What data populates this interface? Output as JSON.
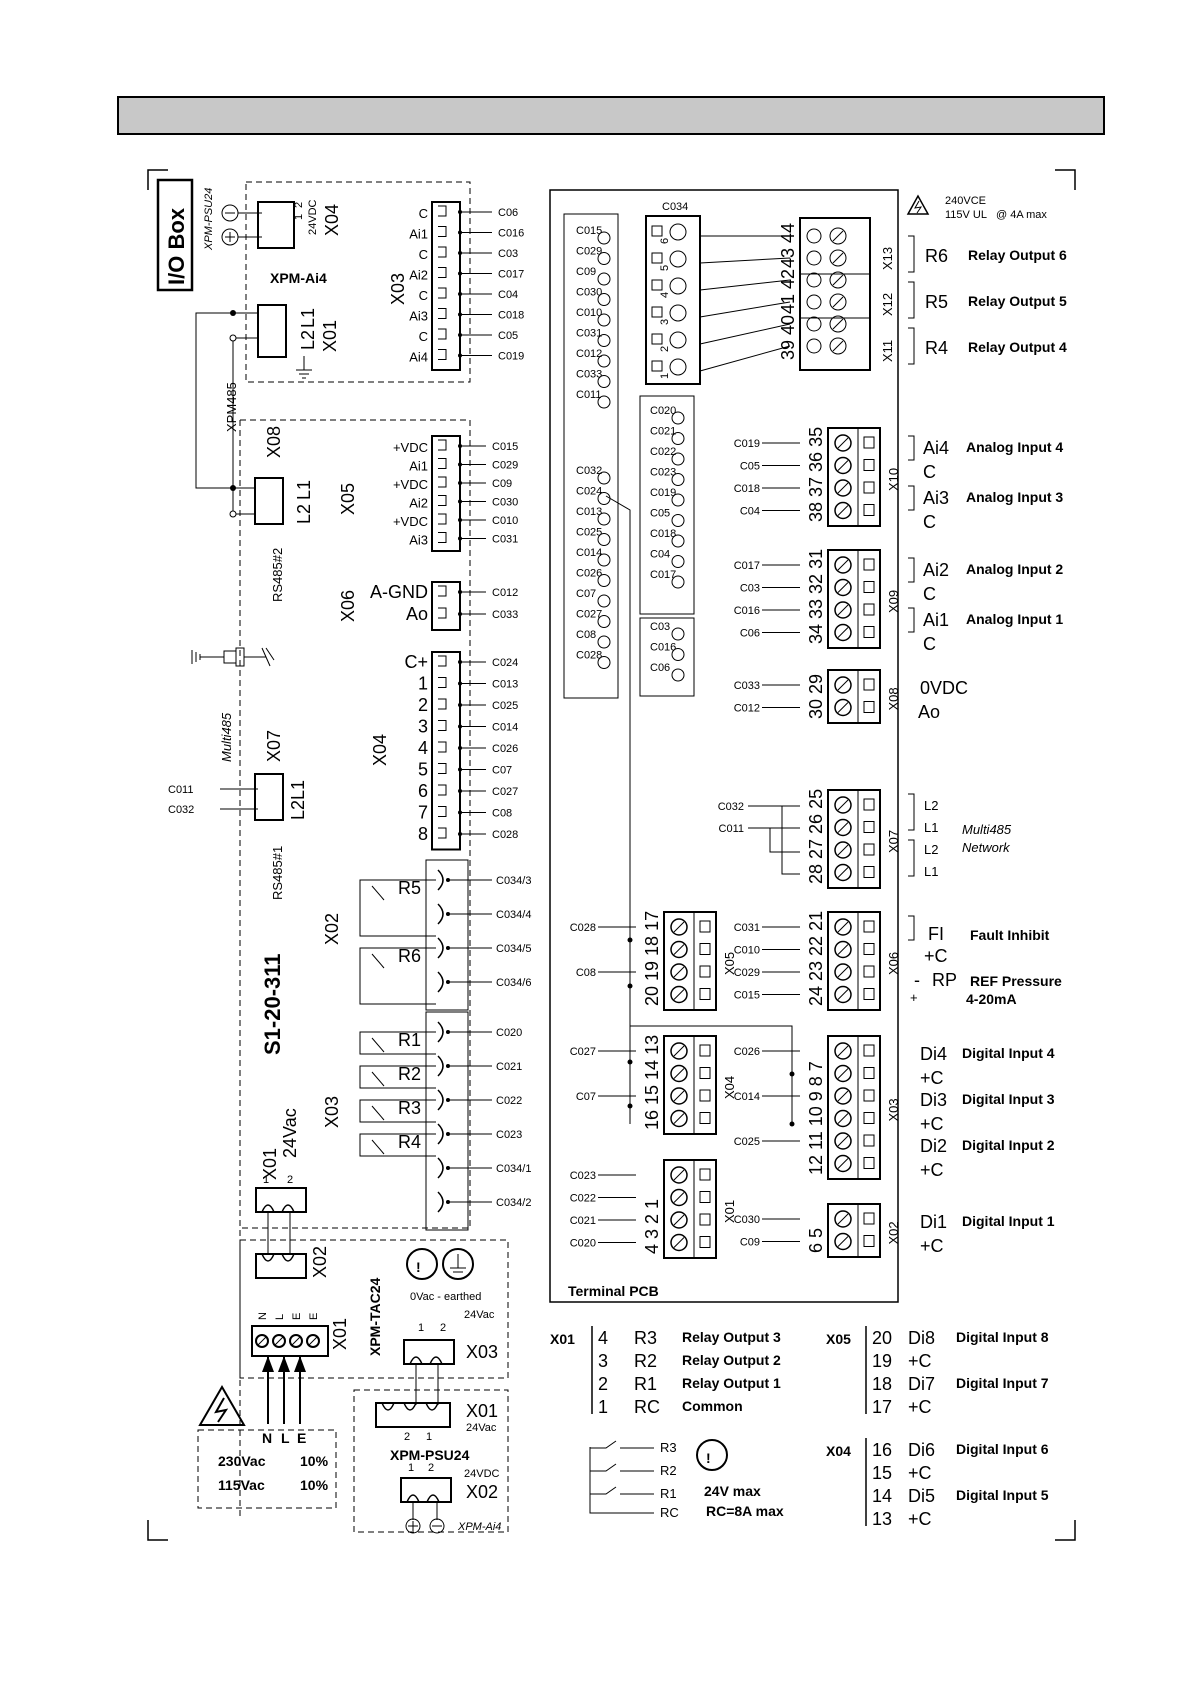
{
  "io_box": {
    "title": "I/O Box",
    "xpm_psu24_label": "XPM-PSU24",
    "x04": {
      "name": "X04",
      "voltage": "24VDC",
      "pins": [
        "1",
        "2"
      ]
    },
    "xpm_ai4": {
      "name": "XPM-Ai4",
      "connector": "X03",
      "pin_labels": [
        "C",
        "Ai1",
        "C",
        "Ai2",
        "C",
        "Ai3",
        "C",
        "Ai4"
      ],
      "wires": [
        "C06",
        "C016",
        "C03",
        "C017",
        "C04",
        "C018",
        "C05",
        "C019"
      ]
    },
    "x01": {
      "name": "X01",
      "l1": "L1",
      "l2": "L2"
    },
    "xpm485": "XPM485",
    "x08": {
      "name": "X08",
      "l1": "L1",
      "l2": "L2",
      "rs485": "RS485#2"
    },
    "x05": {
      "name": "X05",
      "pin_labels": [
        "+VDC",
        "Ai1",
        "+VDC",
        "Ai2",
        "+VDC",
        "Ai3"
      ],
      "wires": [
        "C015",
        "C029",
        "C09",
        "C030",
        "C010",
        "C031"
      ]
    },
    "x06": {
      "name": "X06",
      "pin_labels": [
        "A-GND",
        "Ao"
      ],
      "wires": [
        "C012",
        "C033"
      ]
    },
    "x04b": {
      "name": "X04",
      "pin_labels": [
        "C+",
        "1",
        "2",
        "3",
        "4",
        "5",
        "6",
        "7",
        "8"
      ],
      "wires": [
        "C024",
        "C013",
        "C025",
        "C014",
        "C026",
        "C07",
        "C027",
        "C08",
        "C028"
      ]
    },
    "multi485": "Multi485",
    "x07": {
      "name": "X07",
      "l1": "L1",
      "l2": "L2",
      "rs485": "RS485#1",
      "wires": [
        "C011",
        "C032"
      ]
    },
    "model": "S1-20-311",
    "x02": {
      "name": "X02",
      "relays": [
        "R5",
        "R6"
      ],
      "wires": [
        "C034/3",
        "C034/4",
        "C034/5",
        "C034/6"
      ]
    },
    "x03": {
      "name": "X03",
      "relays": [
        "R1",
        "R2",
        "R3",
        "R4"
      ],
      "wires": [
        "C020",
        "C021",
        "C022",
        "C023",
        "C034/1",
        "C034/2"
      ]
    },
    "x01_24vac": {
      "name": "X01",
      "voltage": "24Vac",
      "pins": [
        "1",
        "2"
      ]
    }
  },
  "tac": {
    "title": "XPM-TAC24",
    "x02": "X02",
    "x01": "X01",
    "x01_pins": [
      "N",
      "L",
      "E",
      "E"
    ],
    "earthed_note": "0Vac - earthed",
    "x03": {
      "name": "X03",
      "voltage": "24Vac",
      "pins": [
        "1",
        "2"
      ]
    },
    "nle": [
      "N",
      "L",
      "E"
    ],
    "supply": [
      {
        "voltage": "230Vac",
        "tol": "10%"
      },
      {
        "voltage": "115Vac",
        "tol": "10%"
      }
    ]
  },
  "psu": {
    "title": "XPM-PSU24",
    "x01": "X01",
    "x01_voltage": "24Vac",
    "x01_pins": [
      "2",
      "1"
    ],
    "x02": "X02",
    "x02_voltage": "24VDC",
    "x02_pins": [
      "1",
      "2"
    ],
    "xpm_ai4": "XPM-Ai4"
  },
  "terminal_pcb": {
    "title": "Terminal PCB",
    "c034": "C034",
    "rating": {
      "v1": "240VCE",
      "v2": "115V UL",
      "current": "@ 4A max"
    },
    "col_a": [
      "C015",
      "C029",
      "C09",
      "C030",
      "C010",
      "C031",
      "C012",
      "C033",
      "C011"
    ],
    "col_b": [
      "C032",
      "C024",
      "C013",
      "C025",
      "C014",
      "C026",
      "C07",
      "C027",
      "C08",
      "C028"
    ],
    "col_c": [
      "C020",
      "C021",
      "C022",
      "C023",
      "C019",
      "C05",
      "C018",
      "C04",
      "C017"
    ],
    "col_d": [
      "C03",
      "C016",
      "C06"
    ],
    "c034_pins": [
      "6",
      "5",
      "4",
      "3",
      "2",
      "1"
    ]
  },
  "relays": [
    {
      "conn": "X13",
      "pins": "43 44",
      "name": "R6",
      "desc": "Relay Output 6"
    },
    {
      "conn": "X12",
      "pins": "41 42",
      "name": "R5",
      "desc": "Relay Output 5"
    },
    {
      "conn": "X11",
      "pins": "39 40",
      "name": "R4",
      "desc": "Relay Output 4"
    }
  ],
  "x10": {
    "name": "X10",
    "pins": [
      "38",
      "37",
      "36",
      "35"
    ],
    "wires": [
      "C019",
      "C05",
      "C018",
      "C04"
    ]
  },
  "x09": {
    "name": "X09",
    "pins": [
      "34",
      "33",
      "32",
      "31"
    ],
    "wires": [
      "C017",
      "C03",
      "C016",
      "C06"
    ]
  },
  "analog": [
    {
      "name": "Ai4",
      "c": "C",
      "desc": "Analog Input 4"
    },
    {
      "name": "Ai3",
      "c": "C",
      "desc": "Analog Input 3"
    },
    {
      "name": "Ai2",
      "c": "C",
      "desc": "Analog Input 2"
    },
    {
      "name": "Ai1",
      "c": "C",
      "desc": "Analog Input 1"
    }
  ],
  "x08": {
    "name": "X08",
    "pins": [
      "30",
      "29"
    ],
    "wires": [
      "C033",
      "C012"
    ],
    "labels": [
      "0VDC",
      "Ao"
    ]
  },
  "x07": {
    "name": "X07",
    "pins": [
      "28",
      "27",
      "26",
      "25"
    ],
    "wires": [
      "C032",
      "C011"
    ],
    "labels": [
      "L2",
      "L1",
      "L2",
      "L1"
    ],
    "network": [
      "Multi485",
      "Network"
    ]
  },
  "x05": {
    "name": "X05",
    "pins": [
      "20",
      "19",
      "18",
      "17"
    ],
    "wires": [
      "C028",
      "C08"
    ]
  },
  "x06": {
    "name": "X06",
    "pins": [
      "24",
      "23",
      "22",
      "21"
    ],
    "wires": [
      "C031",
      "C010",
      "C029",
      "C015"
    ],
    "fi": "FI",
    "fi_desc": "Fault Inhibit",
    "c": "+C",
    "rp": "RP",
    "rp_desc": "REF Pressure",
    "rp_range": "4-20mA",
    "minus": "-",
    "plus": "+"
  },
  "x04": {
    "name": "X04",
    "pins": [
      "16",
      "15",
      "14",
      "13"
    ],
    "wires": [
      "C027",
      "C07"
    ]
  },
  "x03": {
    "name": "X03",
    "pins": [
      "12",
      "11",
      "10",
      "9",
      "8",
      "7"
    ],
    "wires": [
      "C026",
      "C014",
      "C025"
    ]
  },
  "digital": [
    {
      "name": "Di4",
      "c": "+C",
      "desc": "Digital Input 4"
    },
    {
      "name": "Di3",
      "c": "+C",
      "desc": "Digital Input 3"
    },
    {
      "name": "Di2",
      "c": "+C",
      "desc": "Digital Input 2"
    },
    {
      "name": "Di1",
      "c": "+C",
      "desc": "Digital Input 1"
    }
  ],
  "x01": {
    "name": "X01",
    "pins": [
      "4",
      "3",
      "2",
      "1"
    ],
    "wires": [
      "C023",
      "C022",
      "C021",
      "C020"
    ]
  },
  "x02": {
    "name": "X02",
    "pins": [
      "6",
      "5"
    ],
    "wires": [
      "C030",
      "C09"
    ]
  },
  "legend_x01": {
    "name": "X01",
    "rows": [
      {
        "pin": "4",
        "name": "R3",
        "desc": "Relay Output 3"
      },
      {
        "pin": "3",
        "name": "R2",
        "desc": "Relay Output 2"
      },
      {
        "pin": "2",
        "name": "R1",
        "desc": "Relay Output 1"
      },
      {
        "pin": "1",
        "name": "RC",
        "desc": "Common"
      }
    ]
  },
  "legend_x05": {
    "name": "X05",
    "rows": [
      {
        "pin": "20",
        "name": "Di8",
        "desc": "Digital Input 8"
      },
      {
        "pin": "19",
        "name": "+C",
        "desc": ""
      },
      {
        "pin": "18",
        "name": "Di7",
        "desc": "Digital Input 7"
      },
      {
        "pin": "17",
        "name": "+C",
        "desc": ""
      }
    ]
  },
  "legend_x04": {
    "name": "X04",
    "rows": [
      {
        "pin": "16",
        "name": "Di6",
        "desc": "Digital Input 6"
      },
      {
        "pin": "15",
        "name": "+C",
        "desc": ""
      },
      {
        "pin": "14",
        "name": "Di5",
        "desc": "Digital Input 5"
      },
      {
        "pin": "13",
        "name": "+C",
        "desc": ""
      }
    ]
  },
  "relay_legend": {
    "labels": [
      "R3",
      "R2",
      "R1",
      "RC"
    ],
    "max_v": "24V max",
    "max_i": "RC=8A max"
  }
}
